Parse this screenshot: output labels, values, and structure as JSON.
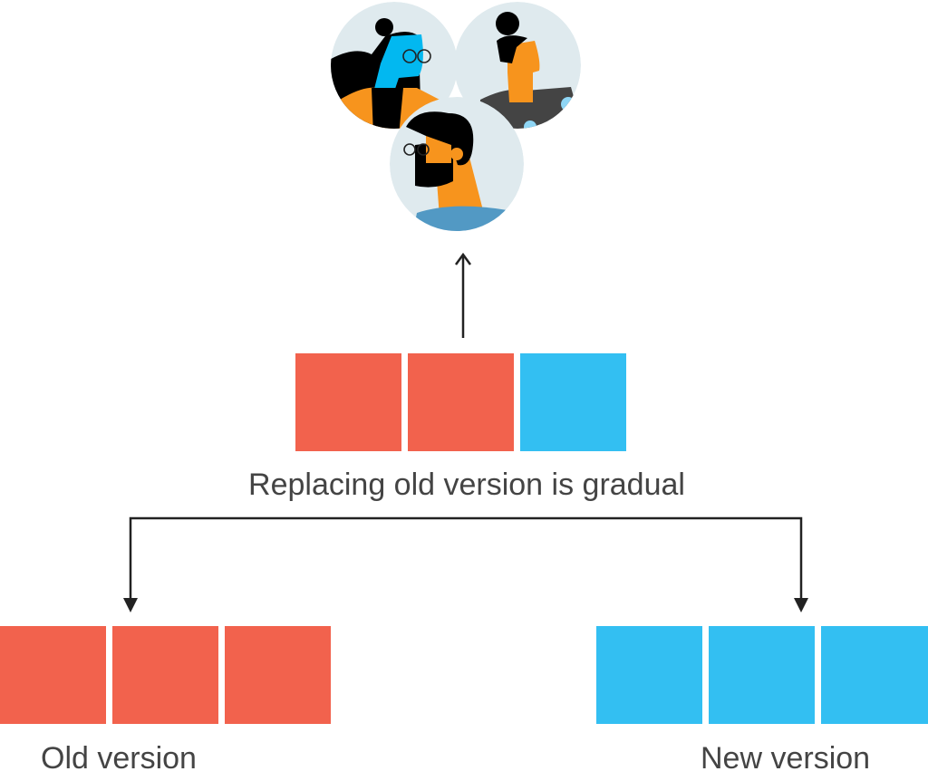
{
  "colors": {
    "old": "#f2624d",
    "new": "#33bff2",
    "arrow": "#222222",
    "text": "#444444",
    "avatar_bg": "#dfeaee"
  },
  "labels": {
    "middle": "Replacing old version is gradual",
    "old": "Old version",
    "new": "New version"
  },
  "middle_blocks": [
    "old",
    "old",
    "new"
  ],
  "old_blocks": [
    "old",
    "old",
    "old"
  ],
  "new_blocks": [
    "new",
    "new",
    "new"
  ]
}
